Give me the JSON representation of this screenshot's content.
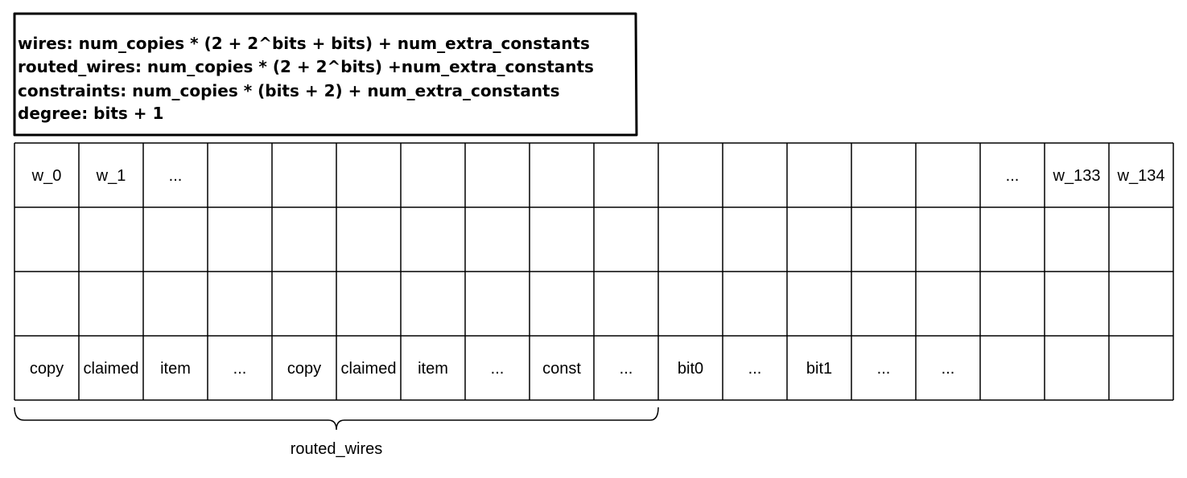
{
  "formula_box": {
    "lines": [
      "wires: num_copies * (2 + 2^bits + bits) + num_extra_constants",
      "routed_wires: num_copies * (2 + 2^bits) +num_extra_constants",
      "constraints: num_copies * (bits + 2) + num_extra_constants",
      "degree: bits + 1"
    ]
  },
  "grid": {
    "columns": 18,
    "rows": 4,
    "header_row": [
      "w_0",
      "w_1",
      "...",
      "",
      "",
      "",
      "",
      "",
      "",
      "",
      "",
      "",
      "",
      "",
      "",
      "...",
      "w_133",
      "w_134"
    ],
    "empty_rows": 2,
    "label_row": [
      "copy",
      "claimed",
      "item",
      "...",
      "copy",
      "claimed",
      "item",
      "...",
      "const",
      "...",
      "bit0",
      "...",
      "bit1",
      "...",
      "...",
      "",
      "",
      ""
    ]
  },
  "brace": {
    "label": "routed_wires",
    "spans_columns": 10
  }
}
